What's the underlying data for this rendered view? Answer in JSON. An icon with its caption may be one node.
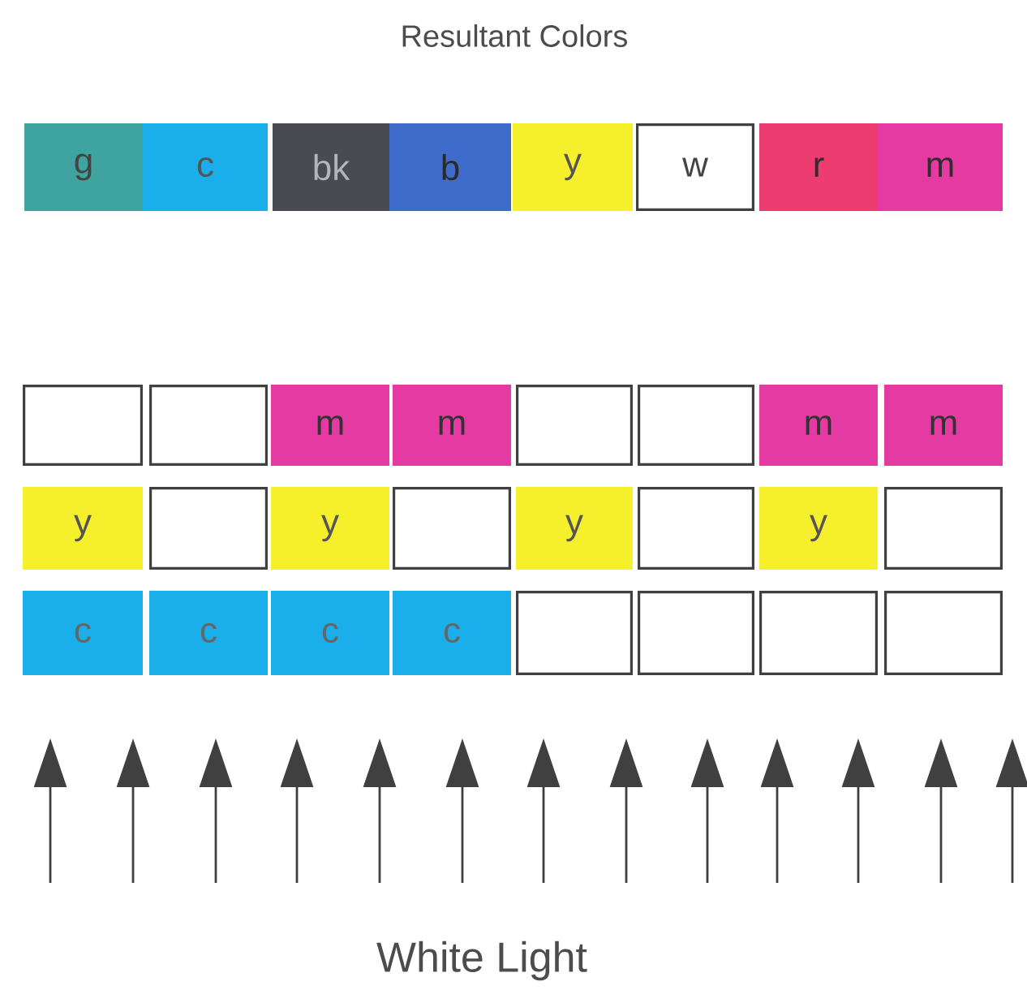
{
  "diagram": {
    "title": "Resultant Colors",
    "nodes": [
      {
        "text": [
          "g"
        ]
      },
      {
        "text": [
          "c"
        ]
      },
      {
        "text": [
          "bk"
        ]
      },
      {
        "text": [
          "b"
        ]
      },
      {
        "text": [
          "y"
        ]
      },
      {
        "text": [
          "w"
        ]
      },
      {
        "text": [
          "r"
        ]
      },
      {
        "text": [
          "m"
        ]
      },
      {
        "text": [],
        "shape": "box"
      },
      {
        "text": [],
        "shape": "box"
      },
      {
        "text": [
          "m"
        ]
      },
      {
        "text": [
          "m"
        ]
      },
      {
        "text": [],
        "shape": "box"
      },
      {
        "text": [],
        "shape": "box"
      },
      {
        "text": [
          "m"
        ]
      },
      {
        "text": [
          "m"
        ]
      },
      {
        "text": [
          "y"
        ]
      },
      {
        "text": [],
        "shape": "box"
      },
      {
        "text": [
          "y"
        ]
      },
      {
        "text": [],
        "shape": "box"
      },
      {
        "text": [
          "y"
        ]
      },
      {
        "text": [],
        "shape": "box"
      },
      {
        "text": [
          "y"
        ]
      },
      {
        "text": [],
        "shape": "box"
      },
      {
        "text": [
          "c"
        ]
      },
      {
        "text": [
          "c"
        ]
      },
      {
        "text": [
          "c"
        ]
      },
      {
        "text": [
          "c"
        ]
      },
      {
        "text": [],
        "shape": "box"
      },
      {
        "text": [],
        "shape": "box"
      },
      {
        "text": [],
        "shape": "box"
      },
      {
        "text": [],
        "shape": "box"
      }
    ],
    "labels": [
      "White Light"
    ]
  }
}
